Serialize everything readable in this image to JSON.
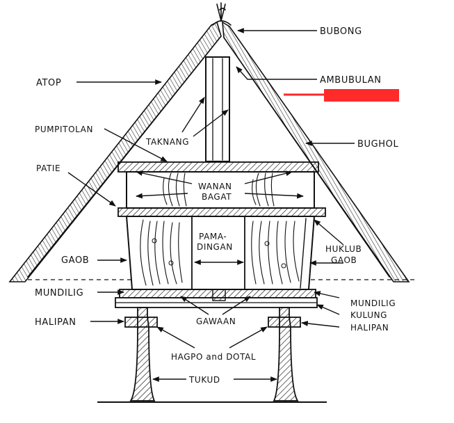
{
  "labels": {
    "bubong": "BUBONG",
    "atop": "ATOP",
    "ambubulan": "AMBUBULAN",
    "pumpitolan": "PUMPITOLAN",
    "taknang": "TAKNANG",
    "bughol": "BUGHOL",
    "patie": "PATIE",
    "wanan": "WANAN",
    "bagat": "BAGAT",
    "pamadingan_1": "PAMA-",
    "pamadingan_2": "DINGAN",
    "gaob": "GAOB",
    "huklub": "HUKLUB",
    "huklub_gaob": "GAOB",
    "mundilig_left": "MUNDILIG",
    "mundilig_right": "MUNDILIG",
    "kulung": "KULUNG",
    "halipan_left": "HALIPAN",
    "halipan_right": "HALIPAN",
    "gawaan": "GAWAAN",
    "hagpo_dotal": "HAGPO and DOTAL",
    "tukud": "TUKUD"
  },
  "colors": {
    "ink": "#111111",
    "highlight": "#ff2a2a"
  }
}
